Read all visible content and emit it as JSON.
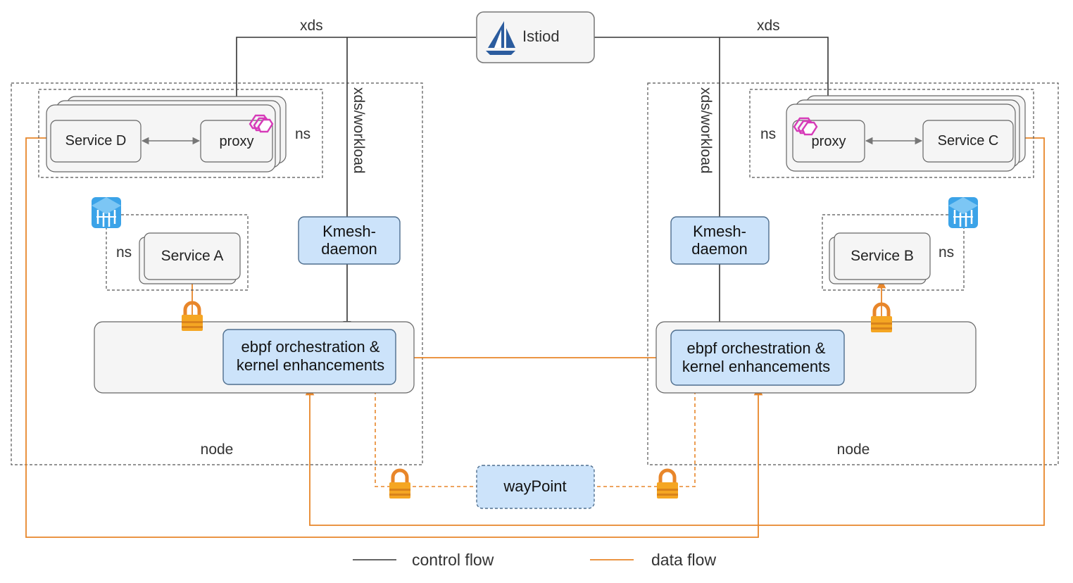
{
  "diagram": {
    "istiod": {
      "label": "Istiod",
      "icon": "istio-sail-icon"
    },
    "xds_left": "xds",
    "xds_right": "xds",
    "xds_workload_left": "xds/workload",
    "xds_workload_right": "xds/workload",
    "left_node": {
      "node_label": "node",
      "ns_top": "ns",
      "ns_bottom": "ns",
      "service_d": "Service D",
      "proxy": "proxy",
      "service_a": "Service A",
      "kmesh_line1": "Kmesh-",
      "kmesh_line2": "daemon",
      "ebpf_line1": "ebpf orchestration &",
      "ebpf_line2": "kernel enhancements"
    },
    "right_node": {
      "node_label": "node",
      "ns_top": "ns",
      "ns_bottom": "ns",
      "service_c": "Service C",
      "proxy": "proxy",
      "service_b": "Service B",
      "kmesh_line1": "Kmesh-",
      "kmesh_line2": "daemon",
      "ebpf_line1": "ebpf orchestration &",
      "ebpf_line2": "kernel enhancements"
    },
    "waypoint": "wayPoint",
    "legend": {
      "control_flow": "control flow",
      "data_flow": "data flow"
    },
    "icons": [
      "istio-sail-icon",
      "envoy-icon",
      "kubernetes-cube-icon",
      "lock-icon"
    ],
    "colors": {
      "control": "#333333",
      "data": "#E8862A",
      "blue_fill": "#CCE3FA",
      "blue_stroke": "#4E6E8E",
      "box_fill": "#F5F5F5",
      "envoy": "#D63AB8",
      "k8s": "#3BA3E8"
    }
  }
}
